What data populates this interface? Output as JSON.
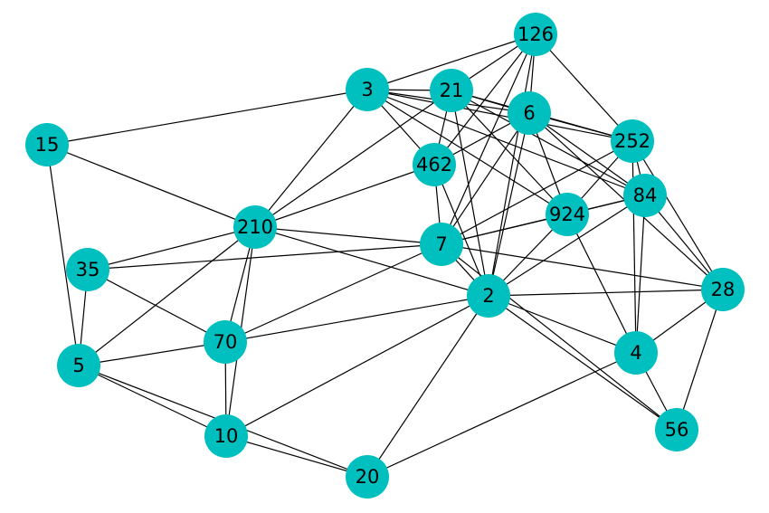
{
  "colors": {
    "node_fill": "#00bfbf",
    "edge": "#000000",
    "label": "#000000",
    "background": "#ffffff"
  },
  "graph": {
    "nodes": [
      {
        "id": "126"
      },
      {
        "id": "3"
      },
      {
        "id": "21"
      },
      {
        "id": "6"
      },
      {
        "id": "252"
      },
      {
        "id": "15"
      },
      {
        "id": "462"
      },
      {
        "id": "84"
      },
      {
        "id": "924"
      },
      {
        "id": "210"
      },
      {
        "id": "7"
      },
      {
        "id": "35"
      },
      {
        "id": "2"
      },
      {
        "id": "28"
      },
      {
        "id": "70"
      },
      {
        "id": "5"
      },
      {
        "id": "4"
      },
      {
        "id": "10"
      },
      {
        "id": "56"
      },
      {
        "id": "20"
      }
    ],
    "edges": [
      [
        "126",
        "3"
      ],
      [
        "126",
        "21"
      ],
      [
        "126",
        "6"
      ],
      [
        "126",
        "252"
      ],
      [
        "126",
        "462"
      ],
      [
        "126",
        "7"
      ],
      [
        "126",
        "2"
      ],
      [
        "3",
        "15"
      ],
      [
        "3",
        "21"
      ],
      [
        "3",
        "6"
      ],
      [
        "3",
        "252"
      ],
      [
        "3",
        "462"
      ],
      [
        "3",
        "84"
      ],
      [
        "3",
        "924"
      ],
      [
        "3",
        "210"
      ],
      [
        "21",
        "6"
      ],
      [
        "21",
        "252"
      ],
      [
        "21",
        "84"
      ],
      [
        "21",
        "462"
      ],
      [
        "21",
        "924"
      ],
      [
        "21",
        "210"
      ],
      [
        "21",
        "2"
      ],
      [
        "6",
        "252"
      ],
      [
        "6",
        "84"
      ],
      [
        "6",
        "462"
      ],
      [
        "6",
        "7"
      ],
      [
        "6",
        "2"
      ],
      [
        "6",
        "28"
      ],
      [
        "6",
        "924"
      ],
      [
        "252",
        "84"
      ],
      [
        "252",
        "924"
      ],
      [
        "252",
        "7"
      ],
      [
        "252",
        "4"
      ],
      [
        "252",
        "28"
      ],
      [
        "15",
        "210"
      ],
      [
        "15",
        "5"
      ],
      [
        "462",
        "7"
      ],
      [
        "462",
        "2"
      ],
      [
        "462",
        "210"
      ],
      [
        "84",
        "924"
      ],
      [
        "84",
        "7"
      ],
      [
        "84",
        "2"
      ],
      [
        "84",
        "28"
      ],
      [
        "84",
        "4"
      ],
      [
        "924",
        "7"
      ],
      [
        "924",
        "2"
      ],
      [
        "924",
        "4"
      ],
      [
        "210",
        "7"
      ],
      [
        "210",
        "35"
      ],
      [
        "210",
        "70"
      ],
      [
        "210",
        "10"
      ],
      [
        "210",
        "5"
      ],
      [
        "210",
        "2"
      ],
      [
        "7",
        "35"
      ],
      [
        "7",
        "2"
      ],
      [
        "7",
        "28"
      ],
      [
        "7",
        "70"
      ],
      [
        "35",
        "5"
      ],
      [
        "35",
        "70"
      ],
      [
        "2",
        "28"
      ],
      [
        "2",
        "4"
      ],
      [
        "2",
        "56"
      ],
      [
        "2",
        "70"
      ],
      [
        "2",
        "10"
      ],
      [
        "2",
        "20"
      ],
      [
        "28",
        "4"
      ],
      [
        "28",
        "56"
      ],
      [
        "70",
        "5"
      ],
      [
        "70",
        "10"
      ],
      [
        "5",
        "10"
      ],
      [
        "5",
        "20"
      ],
      [
        "4",
        "56"
      ],
      [
        "4",
        "20"
      ],
      [
        "10",
        "20"
      ],
      [
        "56",
        "7"
      ]
    ]
  }
}
